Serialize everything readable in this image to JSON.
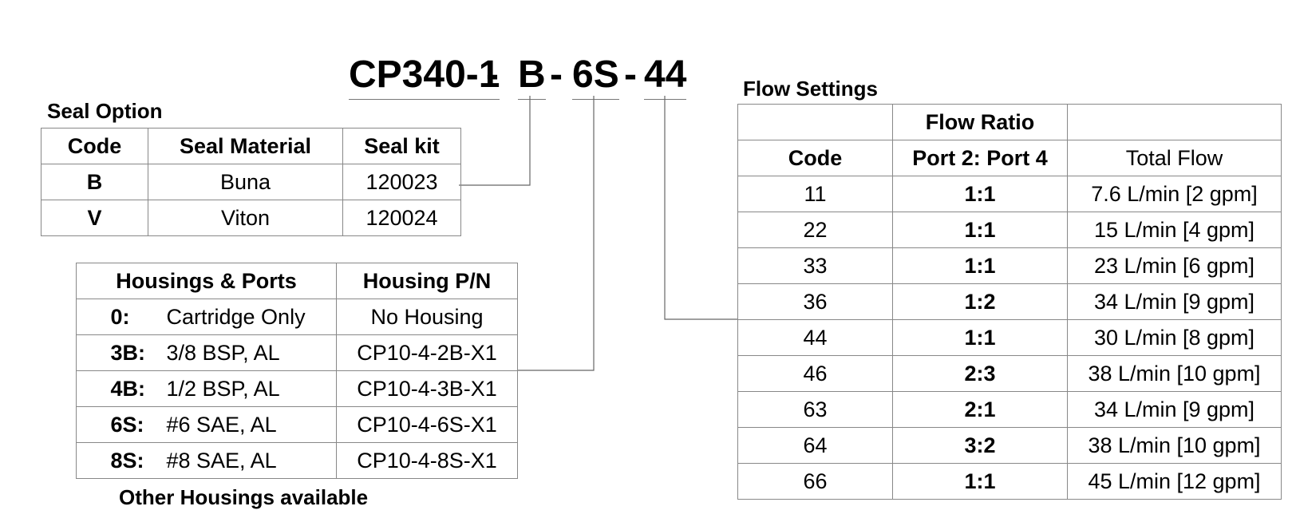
{
  "part_number": {
    "base": "CP340-1",
    "seal": "B",
    "housing": "6S",
    "flow": "44",
    "separator": "-"
  },
  "seal_option": {
    "title": "Seal Option",
    "headers": [
      "Code",
      "Seal Material",
      "Seal kit"
    ],
    "rows": [
      {
        "code": "B",
        "material": "Buna",
        "kit": "120023"
      },
      {
        "code": "V",
        "material": "Viton",
        "kit": "120024"
      }
    ]
  },
  "housings": {
    "headers": [
      "Housings & Ports",
      "Housing P/N"
    ],
    "rows": [
      {
        "code": "0:",
        "desc": "Cartridge Only",
        "pn": "No Housing"
      },
      {
        "code": "3B:",
        "desc": "3/8 BSP, AL",
        "pn": "CP10-4-2B-X1"
      },
      {
        "code": "4B:",
        "desc": "1/2 BSP, AL",
        "pn": "CP10-4-3B-X1"
      },
      {
        "code": "6S:",
        "desc": "#6 SAE, AL",
        "pn": "CP10-4-6S-X1"
      },
      {
        "code": "8S:",
        "desc": "#8 SAE, AL",
        "pn": "CP10-4-8S-X1"
      }
    ],
    "footer": "Other Housings available"
  },
  "flow_settings": {
    "title": "Flow Settings",
    "header_top": [
      "",
      "Flow Ratio",
      ""
    ],
    "header_bottom": [
      "Code",
      "Port 2: Port 4",
      "Total Flow"
    ],
    "rows": [
      {
        "code": "11",
        "ratio": "1:1",
        "total": "7.6 L/min [2 gpm]"
      },
      {
        "code": "22",
        "ratio": "1:1",
        "total": "15 L/min [4 gpm]"
      },
      {
        "code": "33",
        "ratio": "1:1",
        "total": "23 L/min [6 gpm]"
      },
      {
        "code": "36",
        "ratio": "1:2",
        "total": "34 L/min [9 gpm]"
      },
      {
        "code": "44",
        "ratio": "1:1",
        "total": "30 L/min [8 gpm]"
      },
      {
        "code": "46",
        "ratio": "2:3",
        "total": "38 L/min [10 gpm]"
      },
      {
        "code": "63",
        "ratio": "2:1",
        "total": "34 L/min [9 gpm]"
      },
      {
        "code": "64",
        "ratio": "3:2",
        "total": "38 L/min [10 gpm]"
      },
      {
        "code": "66",
        "ratio": "1:1",
        "total": "45 L/min [12 gpm]"
      }
    ]
  }
}
